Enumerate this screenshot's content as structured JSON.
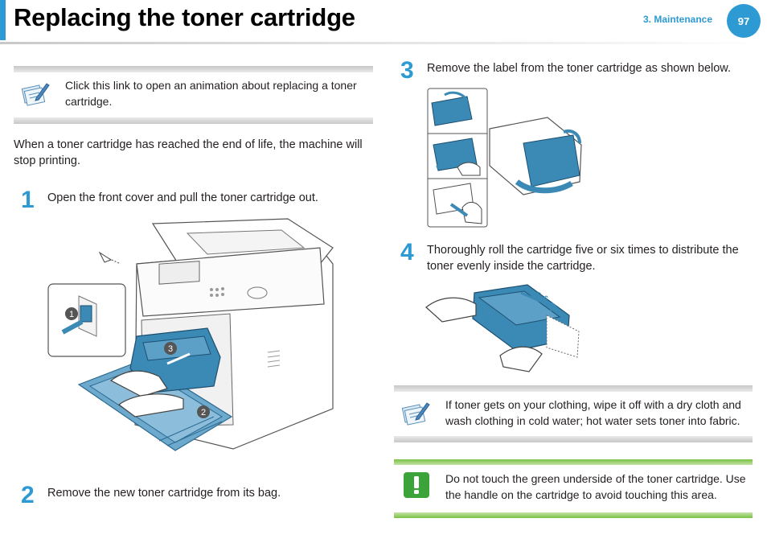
{
  "header": {
    "title": "Replacing the toner cartridge",
    "section": "3.  Maintenance",
    "page_number": "97"
  },
  "note_link": {
    "icon": "note-pencil-icon",
    "text": "Click this link to open an animation about replacing a toner cartridge."
  },
  "intro": "When a toner cartridge has reached the end of life, the machine will stop printing.",
  "steps": [
    {
      "number": "1",
      "text": "Open the front cover and pull the toner cartridge out."
    },
    {
      "number": "2",
      "text": "Remove the new toner cartridge from its bag."
    },
    {
      "number": "3",
      "text": "Remove the label from the toner cartridge as shown below."
    },
    {
      "number": "4",
      "text": "Thoroughly roll the cartridge five or six times to distribute the toner evenly inside the cartridge."
    }
  ],
  "figure1_callouts": [
    "1",
    "2",
    "3"
  ],
  "figure4_label": "5~6",
  "note_toner": {
    "icon": "note-pencil-icon",
    "text": "If toner gets on your clothing, wipe it off with a dry cloth and wash clothing in cold water; hot water sets toner into fabric."
  },
  "warning": {
    "icon": "exclamation-icon",
    "text": "Do not touch the green underside of the toner cartridge. Use the handle on the cartridge to avoid touching this area."
  },
  "colors": {
    "accent": "#2d9ad4",
    "illustration": "#3b8ab5",
    "warning_green": "#7ac143"
  }
}
